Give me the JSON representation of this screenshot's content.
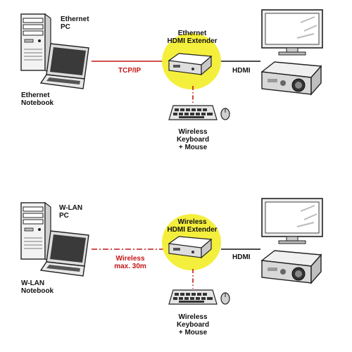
{
  "top": {
    "pc_label": "Ethernet\nPC",
    "notebook_label": "Ethernet\nNotebook",
    "extender_label": "Ethernet\nHDMI Extender",
    "link_label": "TCP/IP",
    "hdmi_label": "HDMI",
    "kbd_label": "Wireless\nKeyboard\n+ Mouse"
  },
  "bottom": {
    "pc_label": "W-LAN\nPC",
    "notebook_label": "W-LAN\nNotebook",
    "extender_label": "Wireless\nHDMI Extender",
    "link_label": "Wireless\nmax. 30m",
    "hdmi_label": "HDMI",
    "kbd_label": "Wireless\nKeyboard\n+ Mouse"
  },
  "colors": {
    "link_red": "#c41616",
    "extender_yellow": "#f4ef3c",
    "line_black": "#111111"
  }
}
